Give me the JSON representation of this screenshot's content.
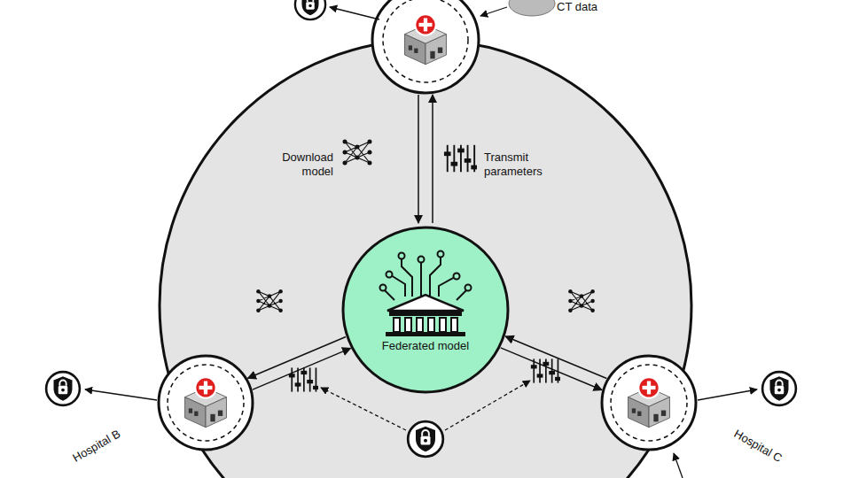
{
  "diagram": {
    "nodes": [
      {
        "text": [
          "Federated model"
        ]
      },
      {
        "text": [
          "Hospital B"
        ]
      },
      {
        "text": [
          "Hospital C"
        ]
      }
    ],
    "edges": [
      {
        "from": 0,
        "to": 1,
        "arrow": "to"
      },
      {
        "from": 1,
        "to": 0,
        "arrow": "to"
      },
      {
        "from": 0,
        "to": 2,
        "arrow": "to"
      },
      {
        "from": 2,
        "to": 0,
        "arrow": "to"
      }
    ],
    "labels": [
      "Download model",
      "Transmit parameters",
      "CT data"
    ]
  }
}
